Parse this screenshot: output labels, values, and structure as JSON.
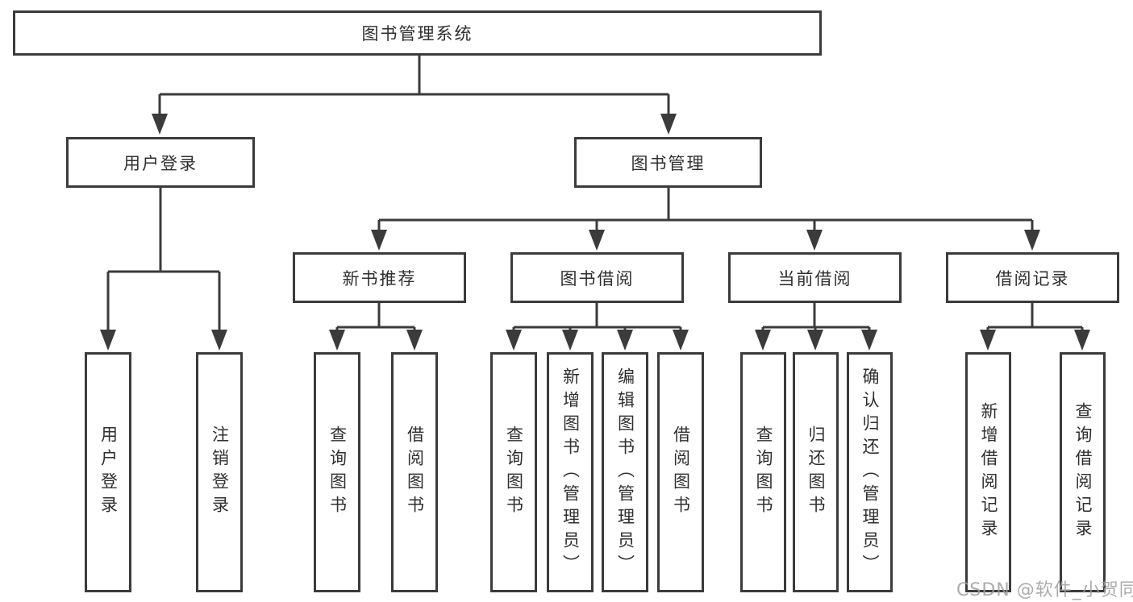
{
  "colors": {
    "line": "#3b3b3b",
    "text": "#2f2f2f",
    "watermark": "#9e9e9e",
    "bg": "#ffffff"
  },
  "watermark": "CSDN @软件_小贺同学",
  "diagram": {
    "root": "图书管理系统",
    "level2": [
      "用户登录",
      "图书管理"
    ],
    "level3": [
      "新书推荐",
      "图书借阅",
      "当前借阅",
      "借阅记录"
    ],
    "leaves": {
      "user": [
        "用户登录",
        "注销登录"
      ],
      "recommend": [
        "查询图书",
        "借阅图书"
      ],
      "borrow": [
        "查询图书",
        "新增图书（管理员）",
        "编辑图书（管理员）",
        "借阅图书"
      ],
      "current": [
        "查询图书",
        "归还图书",
        "确认归还（管理员）"
      ],
      "records": [
        "新增借阅记录",
        "查询借阅记录"
      ]
    }
  }
}
